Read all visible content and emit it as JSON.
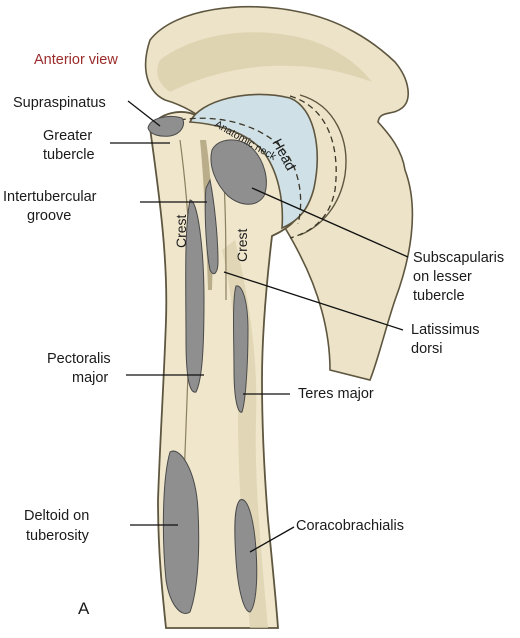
{
  "view_title": "Anterior view",
  "panel_letter": "A",
  "colors": {
    "bone": "#efe6cc",
    "bone_shade": "#d8ccaa",
    "bone_outline": "#5e563f",
    "muscle_attachment": "#8f8f8f",
    "cartilage": "#cfe0e6",
    "view_title": "#9b2b2b"
  },
  "labels": {
    "supraspinatus": "Supraspinatus",
    "greater_tubercle_1": "Greater",
    "greater_tubercle_2": "tubercle",
    "intertubercular_1": "Intertubercular",
    "intertubercular_2": "groove",
    "subscapularis_1": "Subscapularis",
    "subscapularis_2": "on lesser",
    "subscapularis_3": "tubercle",
    "latissimus_1": "Latissimus",
    "latissimus_2": "dorsi",
    "pectoralis_1": "Pectoralis",
    "pectoralis_2": "major",
    "teres_major": "Teres major",
    "deltoid_1": "Deltoid on",
    "deltoid_2": "tuberosity",
    "coracobrachialis": "Coracobrachialis"
  },
  "bone_labels": {
    "head": "Head",
    "anatomic_neck": "Anatomic neck",
    "crest_left": "Crest",
    "crest_right": "Crest"
  }
}
